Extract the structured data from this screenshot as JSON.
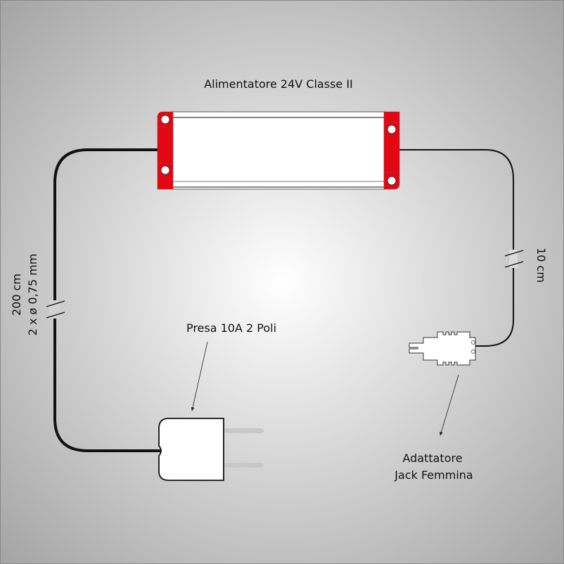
{
  "labels": {
    "power_supply": "Alimentatore 24V Classe II",
    "right_cable_length": "10 cm",
    "left_cable_length": "200 cm",
    "left_cable_section": "2 x ø 0,75 mm",
    "plug": "Presa 10A 2 Poli",
    "adapter_line1": "Adattatore",
    "adapter_line2": "Jack Femmina"
  },
  "colors": {
    "accent": "#e30613",
    "cable": "#111111",
    "background_center": "#ffffff",
    "background_edge": "#a9a9a9"
  }
}
